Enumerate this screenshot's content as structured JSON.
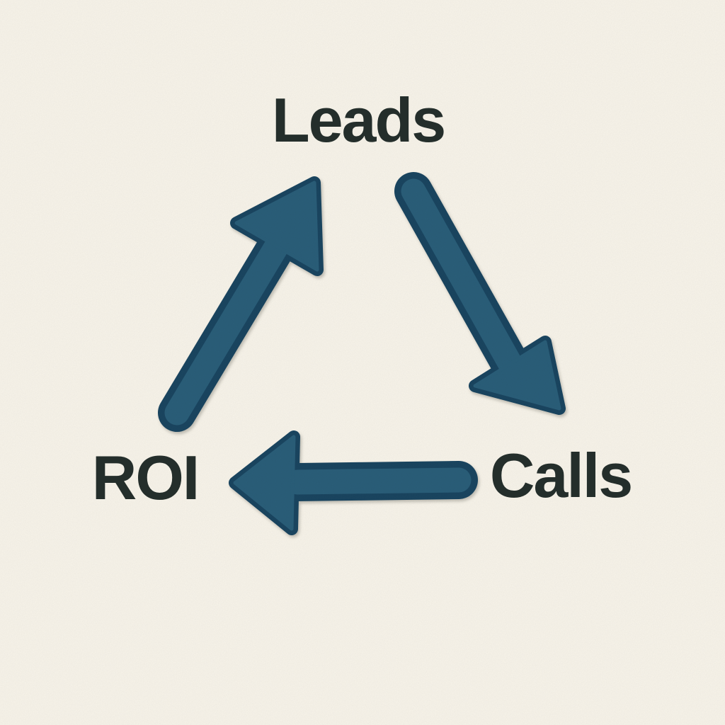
{
  "diagram": {
    "type": "cycle",
    "nodes": [
      {
        "id": "leads",
        "label": "Leads"
      },
      {
        "id": "calls",
        "label": "Calls"
      },
      {
        "id": "roi",
        "label": "ROI"
      }
    ],
    "edges": [
      {
        "from": "leads",
        "to": "calls"
      },
      {
        "from": "calls",
        "to": "roi"
      },
      {
        "from": "roi",
        "to": "leads"
      }
    ]
  },
  "colors": {
    "background": "#f8f4ea",
    "arrow_fill": "#2a5e79",
    "arrow_outline": "#1a4560",
    "label_text": "#242e2b"
  }
}
